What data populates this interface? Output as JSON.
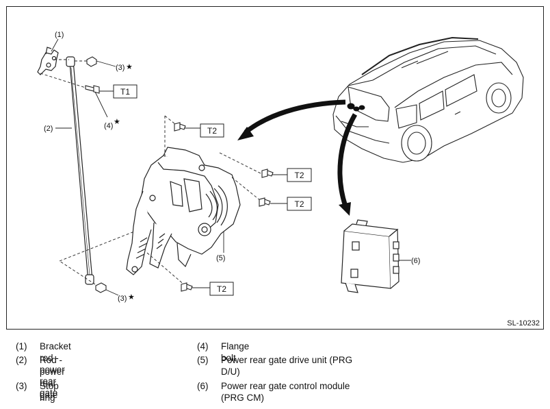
{
  "figure_id": "SL-10232",
  "callouts": {
    "c1": "(1)",
    "c2": "(2)",
    "c3a": "(3)",
    "c3b": "(3)",
    "c4": "(4)",
    "c5": "(5)",
    "c6": "(6)",
    "star": "★"
  },
  "torque_boxes": {
    "t1": "T1",
    "t2a": "T2",
    "t2b": "T2",
    "t2c": "T2",
    "t2d": "T2"
  },
  "legend": [
    {
      "num": "(1)",
      "text": "Bracket rod - power rear gate"
    },
    {
      "num": "(2)",
      "text": "Rod - power rear gate"
    },
    {
      "num": "(3)",
      "text": "Stop ring"
    },
    {
      "num": "(4)",
      "text": "Flange bolt"
    },
    {
      "num": "(5)",
      "text": "Power rear gate drive unit (PRG\nD/U)"
    },
    {
      "num": "(6)",
      "text": "Power rear gate control module\n(PRG CM)"
    }
  ]
}
